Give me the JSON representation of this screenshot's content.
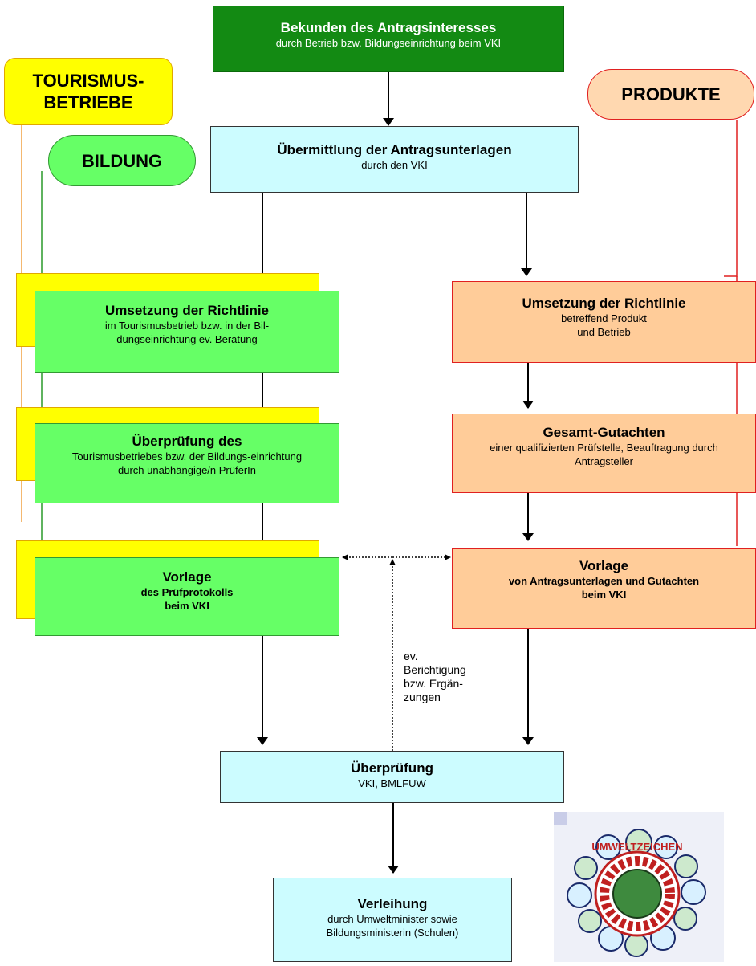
{
  "labels": {
    "tourismus": "TOURISMUS-BETRIEBE",
    "bildung": "BILDUNG",
    "produkte": "PRODUKTE"
  },
  "top": {
    "title": "Bekunden des Antragsinteresses",
    "sub": "durch Betrieb bzw. Bildungseinrichtung beim VKI"
  },
  "uebermittlung": {
    "title": "Übermittlung der Antragsunterlagen",
    "sub": "durch den VKI"
  },
  "left": {
    "umsetzung": {
      "title": "Umsetzung der Richtlinie",
      "sub": "im Tourismusbetrieb bzw. in der Bil-dungseinrichtung ev. Beratung"
    },
    "pruefung": {
      "title": "Überprüfung des",
      "sub": "Tourismusbetriebes bzw. der Bildungs-einrichtung durch unabhängige/n PrüferIn"
    },
    "vorlage": {
      "title": "Vorlage",
      "sub": "des Prüfprotokolls beim VKI"
    }
  },
  "right": {
    "umsetzung": {
      "title": "Umsetzung der Richtlinie",
      "sub": "betreffend Produkt und Betrieb"
    },
    "gutachten": {
      "title": "Gesamt-Gutachten",
      "sub": "einer qualifizierten Prüfstelle, Beauftragung durch Antragsteller"
    },
    "vorlage": {
      "title": "Vorlage",
      "sub": "von Antragsunterlagen und Gutachten beim VKI"
    }
  },
  "berichtigung": "ev. Berichtigung bzw. Ergän-zungen",
  "ueberpruefung": {
    "title": "Überprüfung",
    "sub": "VKI, BMLFUW"
  },
  "verleihung": {
    "title": "Verleihung",
    "sub": "durch Umweltminister sowie Bildungsministerin (Schulen)"
  },
  "logo": {
    "text": "UMWELTZEICHEN",
    "icon": "umweltzeichen-logo"
  },
  "colors": {
    "dark_green": "#138a13",
    "light_cyan": "#ccfcff",
    "light_green": "#66ff66",
    "peach": "#ffcc99",
    "yellow": "#ffff00",
    "red": "#e02020",
    "orange": "#f0a040"
  }
}
